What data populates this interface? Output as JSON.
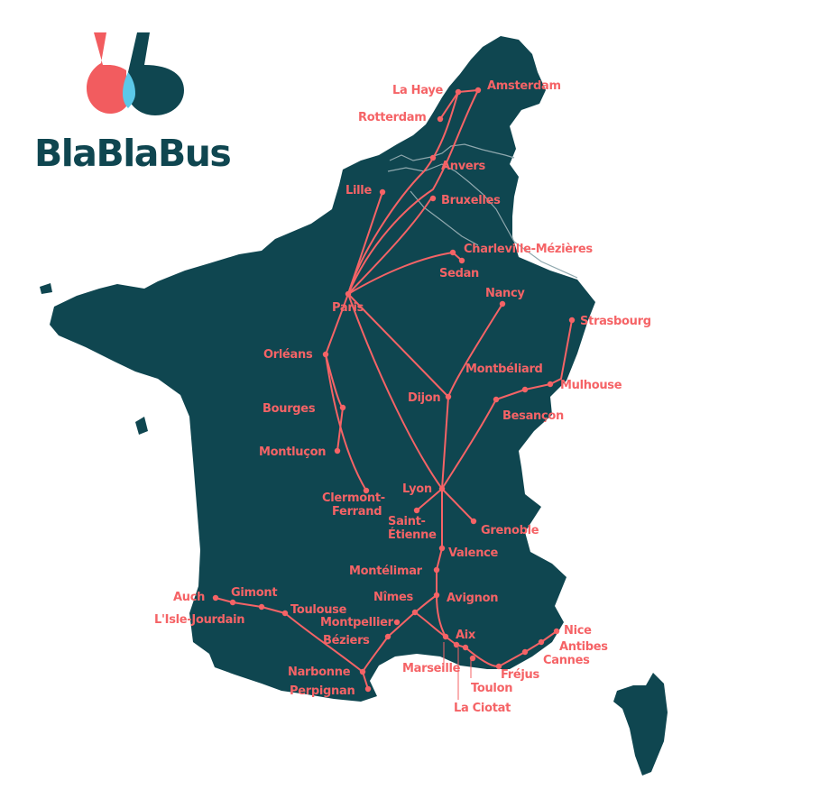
{
  "brand": {
    "name": "BlaBlaBus",
    "colors": {
      "coral": "#f25c5f",
      "teal": "#0f4650",
      "light_blue": "#5bc8e8"
    }
  },
  "map": {
    "land_color": "#0f4650",
    "route_color": "#f56366",
    "border_color": "#8fa8ae",
    "background": "#ffffff",
    "regions": [
      "France",
      "Corsica",
      "Belgium",
      "Netherlands"
    ]
  },
  "cities": {
    "amsterdam": "Amsterdam",
    "la_haye": "La Haye",
    "rotterdam": "Rotterdam",
    "anvers": "Anvers",
    "lille": "Lille",
    "bruxelles": "Bruxelles",
    "charleville": "Charleville-Mézières",
    "sedan": "Sedan",
    "nancy": "Nancy",
    "paris": "Paris",
    "strasbourg": "Strasbourg",
    "orleans": "Orléans",
    "montbeliard": "Montbéliard",
    "mulhouse": "Mulhouse",
    "dijon": "Dijon",
    "bourges": "Bourges",
    "besancon": "Besançon",
    "montlucon": "Montluçon",
    "clermont_1": "Clermont-",
    "clermont_2": "Ferrand",
    "lyon": "Lyon",
    "saint_etienne_1": "Saint-",
    "saint_etienne_2": "Étienne",
    "grenoble": "Grenoble",
    "valence": "Valence",
    "montelimar": "Montélimar",
    "auch": "Auch",
    "gimont": "Gimont",
    "nimes": "Nîmes",
    "avignon": "Avignon",
    "toulouse": "Toulouse",
    "isle_jourdain": "L'Isle-Jourdain",
    "montpellier": "Montpellier",
    "aix": "Aix",
    "nice": "Nice",
    "beziers": "Béziers",
    "antibes": "Antibes",
    "cannes": "Cannes",
    "narbonne": "Narbonne",
    "marseille": "Marseille",
    "frejus": "Fréjus",
    "toulon": "Toulon",
    "perpignan": "Perpignan",
    "la_ciotat": "La Ciotat"
  }
}
